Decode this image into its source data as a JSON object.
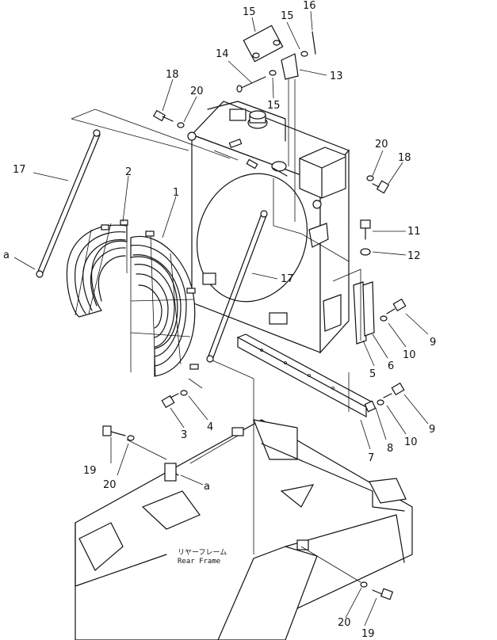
{
  "callouts": {
    "c1": "1",
    "c2": "2",
    "c3": "3",
    "c4": "4",
    "c5": "5",
    "c6": "6",
    "c7": "7",
    "c8": "8",
    "c9a": "9",
    "c9b": "9",
    "c10a": "10",
    "c10b": "10",
    "c11": "11",
    "c12": "12",
    "c13": "13",
    "c14": "14",
    "c15a": "15",
    "c15b": "15",
    "c15c": "15",
    "c16": "16",
    "c17a": "17",
    "c17b": "17",
    "c18a": "18",
    "c18b": "18",
    "c19a": "19",
    "c19b": "19",
    "c20a": "20",
    "c20b": "20",
    "c20c": "20",
    "ca1": "a",
    "ca2": "a"
  },
  "frame_label": {
    "japanese": "リヤーフレーム",
    "english": "Rear  Frame"
  }
}
